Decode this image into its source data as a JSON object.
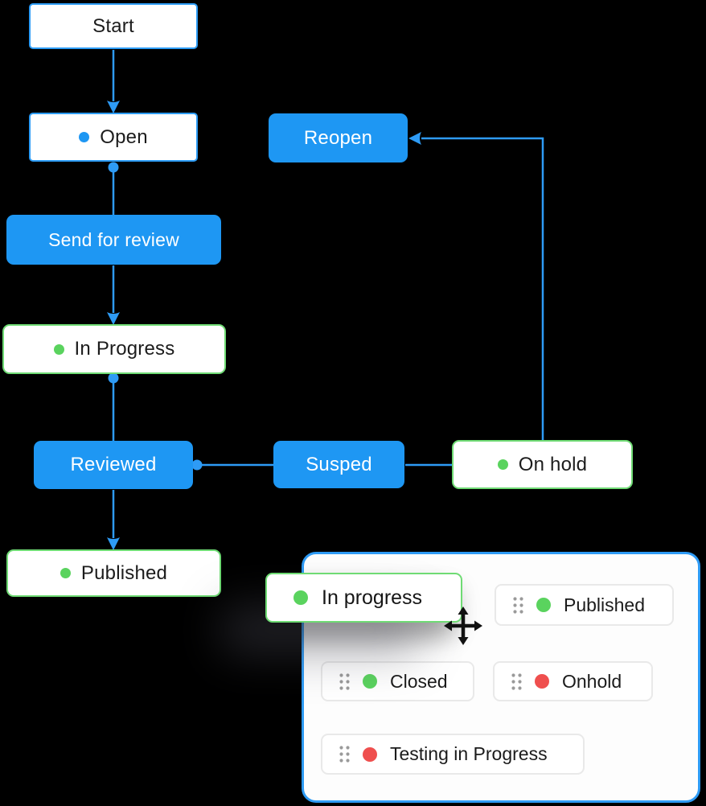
{
  "colors": {
    "canvas_bg": "#000000",
    "blue_fill": "#1E97F3",
    "blue_border": "#2D9CF5",
    "connector_blue": "#2E9BF5",
    "green_border": "#6FDB74",
    "green_dot": "#5AD35E",
    "red_dot": "#EF4F4E",
    "panel_border": "#2E9BF5",
    "panel_bg": "#FDFDFD",
    "chip_border": "#E9E9E9",
    "handle_gray": "#9A9A9A",
    "text_dark": "#1B1B1B",
    "text_white": "#FFFFFF"
  },
  "flow": {
    "nodes": [
      {
        "id": "start",
        "label": "Start",
        "style": "white-blue-outline",
        "dot": null
      },
      {
        "id": "open",
        "label": "Open",
        "style": "white-blue-outline",
        "dot": "blue"
      },
      {
        "id": "send_review",
        "label": "Send for review",
        "style": "blue-filled",
        "dot": null
      },
      {
        "id": "in_progress",
        "label": "In Progress",
        "style": "white-green-outline",
        "dot": "green"
      },
      {
        "id": "reviewed",
        "label": "Reviewed",
        "style": "blue-filled",
        "dot": null
      },
      {
        "id": "susped",
        "label": "Susped",
        "style": "blue-filled",
        "dot": null
      },
      {
        "id": "on_hold",
        "label": "On hold",
        "style": "white-green-outline",
        "dot": "green"
      },
      {
        "id": "reopen",
        "label": "Reopen",
        "style": "blue-filled",
        "dot": null
      },
      {
        "id": "published",
        "label": "Published",
        "style": "white-green-outline",
        "dot": "green"
      }
    ],
    "connections": [
      {
        "from": "start",
        "to": "open",
        "arrow": true
      },
      {
        "from": "open",
        "to": "send_review",
        "arrow": false
      },
      {
        "from": "send_review",
        "to": "in_progress",
        "arrow": true
      },
      {
        "from": "in_progress",
        "to": "reviewed",
        "arrow": false
      },
      {
        "from": "reviewed",
        "to": "published",
        "arrow": true
      },
      {
        "from": "reviewed",
        "to": "susped",
        "arrow": false
      },
      {
        "from": "susped",
        "to": "on_hold",
        "arrow": false
      },
      {
        "from": "on_hold",
        "to": "reopen",
        "arrow": true
      }
    ]
  },
  "panel": {
    "dragged_card": {
      "label": "In progress",
      "dot": "green"
    },
    "chips": [
      {
        "label": "Published",
        "dot": "green"
      },
      {
        "label": "Closed",
        "dot": "green"
      },
      {
        "label": "Onhold",
        "dot": "red"
      },
      {
        "label": "Testing in Progress",
        "dot": "red"
      }
    ]
  },
  "icons": {
    "move_cursor": "move-4-way-arrows",
    "drag_handle": "six-dots-grid",
    "arrowhead": "filled-triangle",
    "connector_dot": "blue-circle"
  }
}
